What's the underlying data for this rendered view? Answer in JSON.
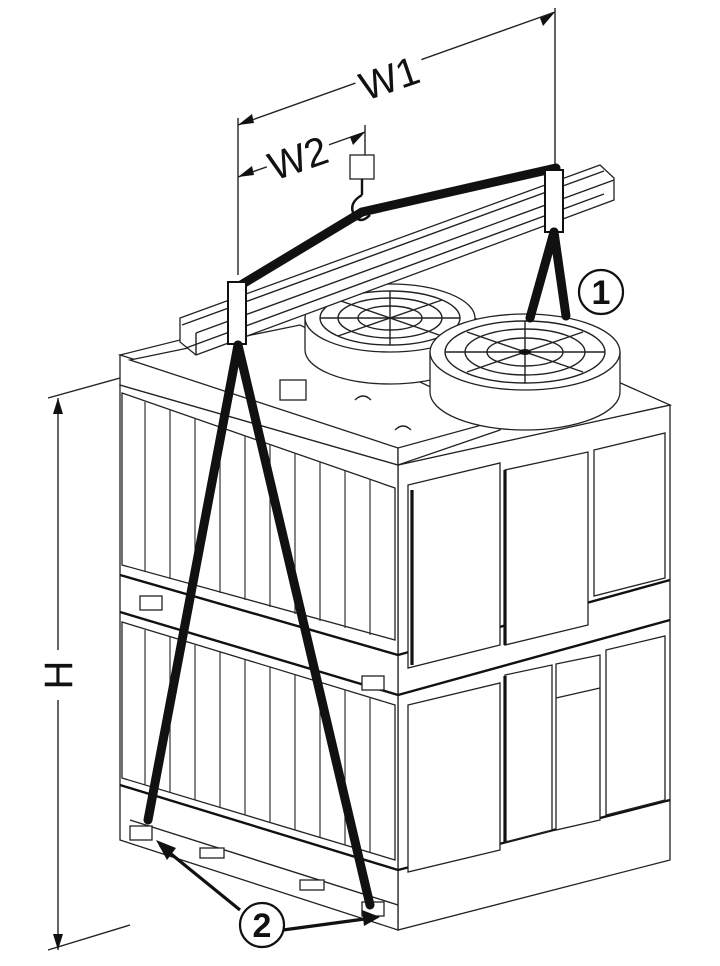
{
  "figure": {
    "dimension_labels": {
      "w1": "W1",
      "w2": "W2",
      "h": "H"
    },
    "callouts": [
      {
        "number": "1"
      },
      {
        "number": "2"
      }
    ]
  }
}
